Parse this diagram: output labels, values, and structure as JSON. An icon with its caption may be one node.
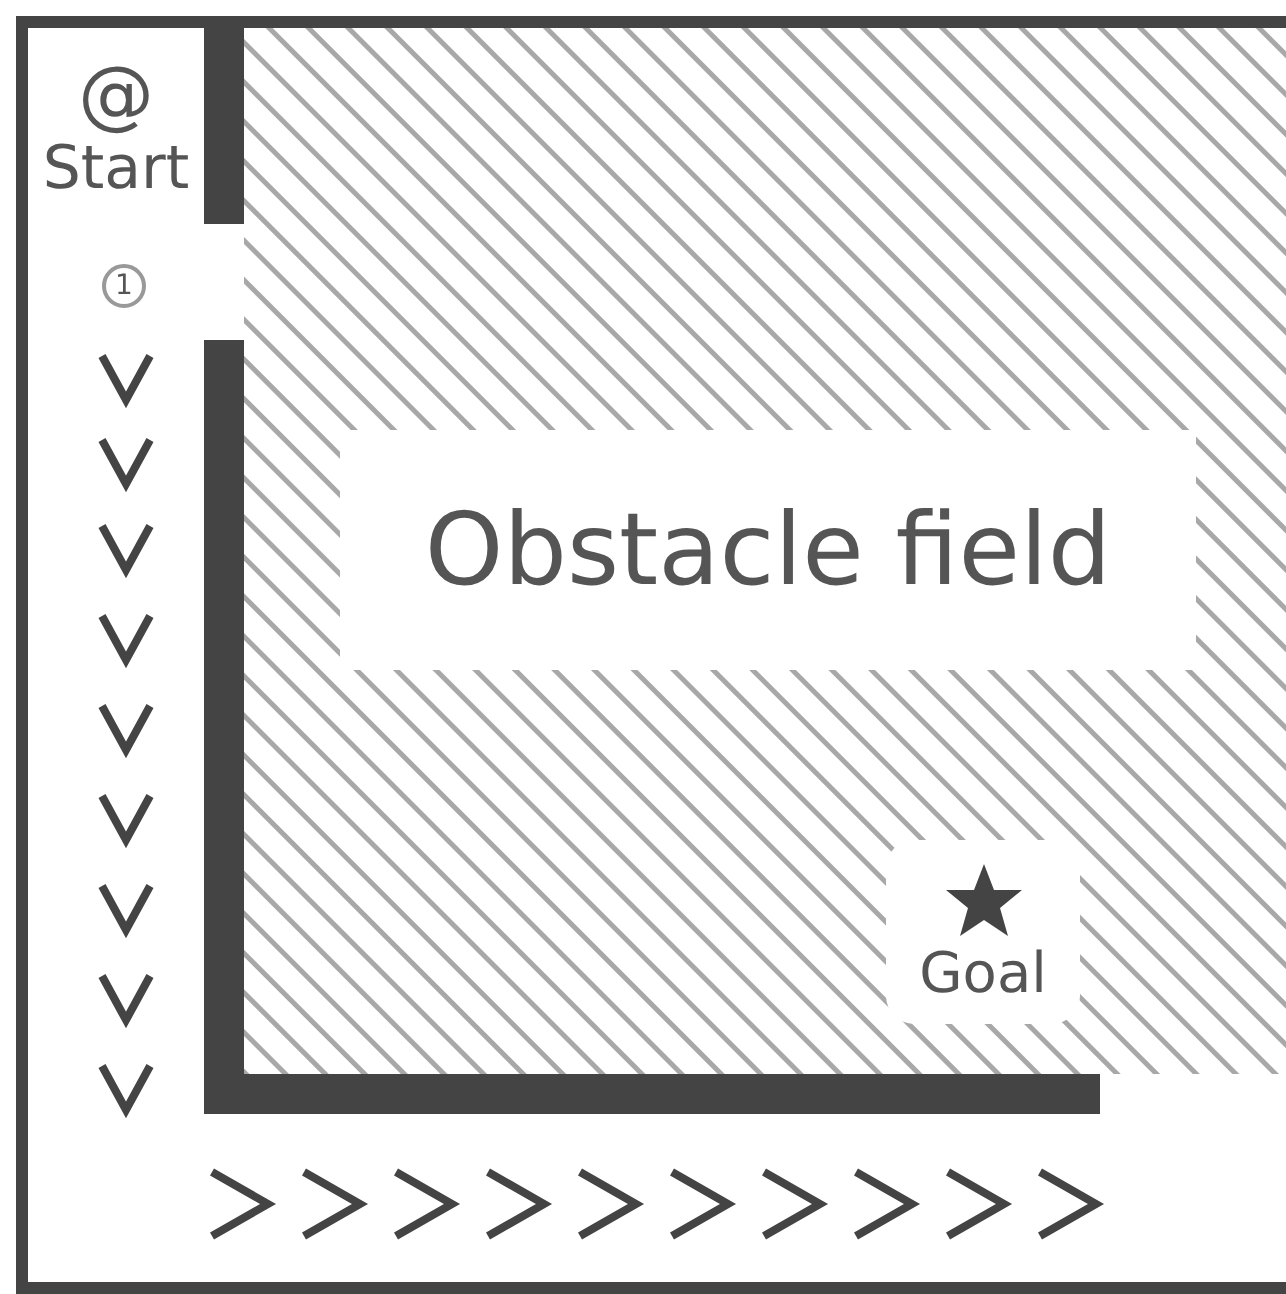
{
  "diagram": {
    "nodes": [
      {
        "text": [
          "@",
          "Start"
        ]
      },
      {
        "text": [
          "1"
        ]
      },
      {
        "text": [
          "Obstacle field"
        ]
      },
      {
        "text": [
          "Goal"
        ]
      }
    ]
  }
}
